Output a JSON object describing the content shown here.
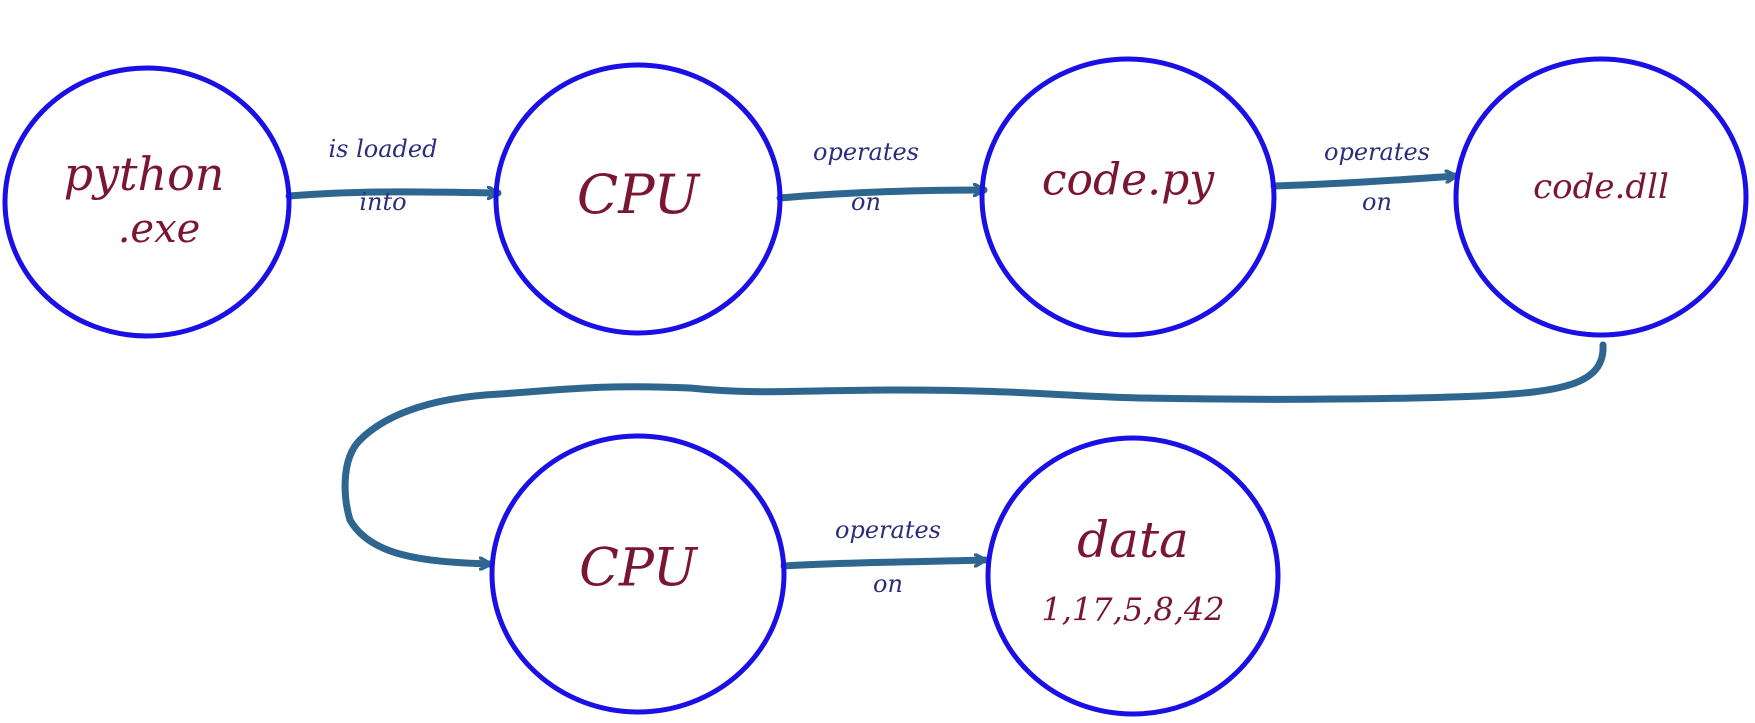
{
  "colors": {
    "node_stroke": "#1a10e6",
    "edge_stroke": "#2e6690",
    "node_text": "#7a1632",
    "edge_text": "#2c2c7a"
  },
  "nodes": [
    {
      "id": "python-exe",
      "lines": [
        "python",
        ".exe"
      ]
    },
    {
      "id": "cpu-1",
      "lines": [
        "CPU"
      ]
    },
    {
      "id": "code-py",
      "lines": [
        "code.py"
      ]
    },
    {
      "id": "code-dll",
      "lines": [
        "code.dll"
      ]
    },
    {
      "id": "cpu-2",
      "lines": [
        "CPU"
      ]
    },
    {
      "id": "data",
      "lines": [
        "data",
        "1,17,5,8,42"
      ]
    }
  ],
  "edges": [
    {
      "from": "python-exe",
      "to": "cpu-1",
      "lines": [
        "is loaded",
        "into"
      ]
    },
    {
      "from": "cpu-1",
      "to": "code-py",
      "lines": [
        "operates",
        "on"
      ]
    },
    {
      "from": "code-py",
      "to": "code-dll",
      "lines": [
        "operates",
        "on"
      ]
    },
    {
      "from": "code-dll",
      "to": "cpu-2",
      "lines": []
    },
    {
      "from": "cpu-2",
      "to": "data",
      "lines": [
        "operates",
        "on"
      ]
    }
  ]
}
